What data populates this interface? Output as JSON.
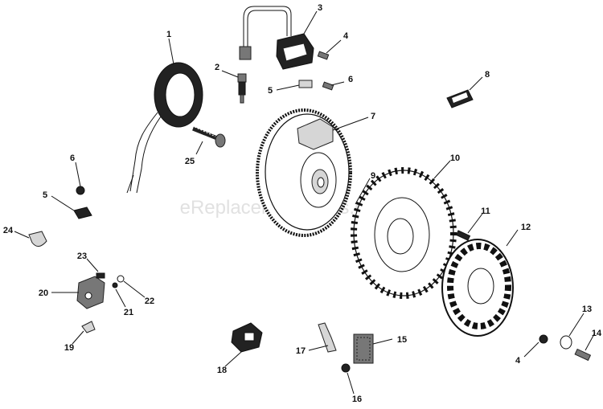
{
  "watermark": "eReplacementParts.com",
  "callouts": [
    {
      "id": "c1",
      "label": "1"
    },
    {
      "id": "c2",
      "label": "2"
    },
    {
      "id": "c3",
      "label": "3"
    },
    {
      "id": "c4a",
      "label": "4"
    },
    {
      "id": "c5a",
      "label": "5"
    },
    {
      "id": "c6a",
      "label": "6"
    },
    {
      "id": "c7",
      "label": "7"
    },
    {
      "id": "c8",
      "label": "8"
    },
    {
      "id": "c6b",
      "label": "6"
    },
    {
      "id": "c25",
      "label": "25"
    },
    {
      "id": "c9",
      "label": "9"
    },
    {
      "id": "c10",
      "label": "10"
    },
    {
      "id": "c5b",
      "label": "5"
    },
    {
      "id": "c24",
      "label": "24"
    },
    {
      "id": "c11",
      "label": "11"
    },
    {
      "id": "c12",
      "label": "12"
    },
    {
      "id": "c23",
      "label": "23"
    },
    {
      "id": "c20",
      "label": "20"
    },
    {
      "id": "c22",
      "label": "22"
    },
    {
      "id": "c21",
      "label": "21"
    },
    {
      "id": "c19",
      "label": "19"
    },
    {
      "id": "c13",
      "label": "13"
    },
    {
      "id": "c4b",
      "label": "4"
    },
    {
      "id": "c14",
      "label": "14"
    },
    {
      "id": "c17",
      "label": "17"
    },
    {
      "id": "c15",
      "label": "15"
    },
    {
      "id": "c18",
      "label": "18"
    },
    {
      "id": "c16",
      "label": "16"
    }
  ]
}
